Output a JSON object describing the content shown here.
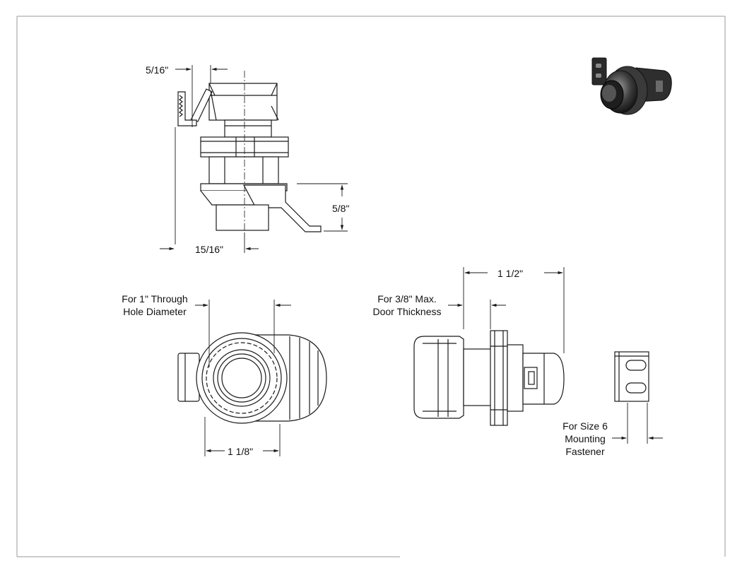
{
  "dimensions": {
    "lip_width": "5/16\"",
    "catch_offset": "15/16\"",
    "catch_height": "5/8\"",
    "through_hole_note": [
      "For 1\" Through",
      "Hole Diameter"
    ],
    "body_width": "1 1/8\"",
    "overall_length": "1 1/2\"",
    "door_thickness_note": [
      "For 3/8\" Max.",
      "Door Thickness"
    ],
    "fastener_note": [
      "For Size 6",
      "Mounting",
      "Fastener"
    ]
  },
  "colors": {
    "line": "#1a1a1a",
    "thumbnail_body": "#3a3a3a",
    "thumbnail_highlight": "#8a8a8a"
  }
}
